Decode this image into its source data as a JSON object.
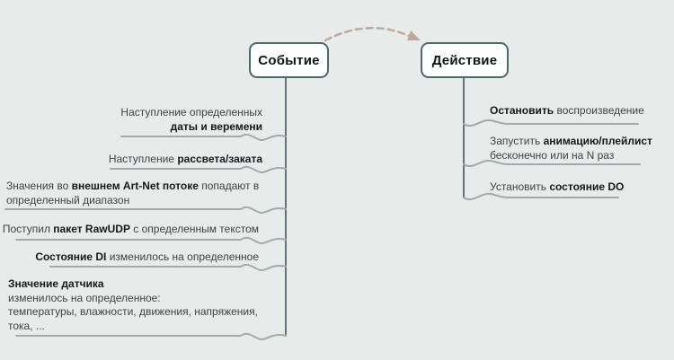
{
  "nodes": {
    "event": {
      "label": "Событие"
    },
    "action": {
      "label": "Действие"
    }
  },
  "relationship": {
    "description": "dashed curved arrow from event node to action node",
    "color": "#c1a89d"
  },
  "colors": {
    "background": "#e7eceb",
    "node_fill": "#fcfefd",
    "node_border": "#4c6871",
    "trunk": "#5d767e",
    "underline": "#9fabac",
    "text": "#3c4345",
    "text_bold": "#14181a",
    "arrow": "#c1a89d"
  },
  "event_branch": {
    "items": [
      {
        "segments": [
          {
            "text": "Наступление определенных\n",
            "bold": false
          },
          {
            "text": "даты и веремени",
            "bold": true
          }
        ]
      },
      {
        "segments": [
          {
            "text": "Наступление ",
            "bold": false
          },
          {
            "text": "рассвета/заката",
            "bold": true
          }
        ]
      },
      {
        "segments": [
          {
            "text": "Значения во ",
            "bold": false
          },
          {
            "text": "внешнем Art-Net потоке",
            "bold": true
          },
          {
            "text": " попадают в\nопределенный диапазон",
            "bold": false
          }
        ]
      },
      {
        "segments": [
          {
            "text": "Поступил ",
            "bold": false
          },
          {
            "text": "пакет RawUDP",
            "bold": true
          },
          {
            "text": " с определенным текстом",
            "bold": false
          }
        ]
      },
      {
        "segments": [
          {
            "text": "Состояние DI",
            "bold": true
          },
          {
            "text": " изменилось на определенное",
            "bold": false
          }
        ]
      },
      {
        "segments": [
          {
            "text": "Значение датчика",
            "bold": true
          },
          {
            "text": "\nизменилось на определенное:\nтемпературы, влажности, движения, напряжения,\nтока, ...",
            "bold": false
          }
        ]
      }
    ]
  },
  "action_branch": {
    "items": [
      {
        "segments": [
          {
            "text": "Остановить",
            "bold": true
          },
          {
            "text": " воспроизведение",
            "bold": false
          }
        ]
      },
      {
        "segments": [
          {
            "text": "Запустить ",
            "bold": false
          },
          {
            "text": "анимацию/плейлист",
            "bold": true
          },
          {
            "text": "\nбесконечно или на N раз",
            "bold": false
          }
        ]
      },
      {
        "segments": [
          {
            "text": "Установить ",
            "bold": false
          },
          {
            "text": "состояние DO",
            "bold": true
          }
        ]
      }
    ]
  }
}
